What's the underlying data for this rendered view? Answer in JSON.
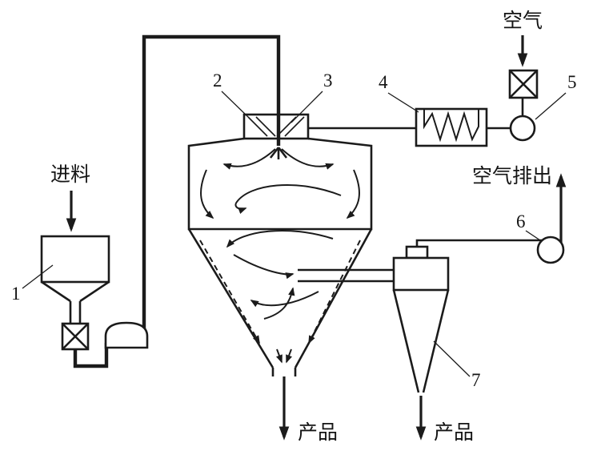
{
  "labels": {
    "feed": "进料",
    "air_in": "空气",
    "air_exhaust": "空气排出",
    "product_dryer": "产品",
    "product_cyclone": "产品"
  },
  "callouts": {
    "1": "1",
    "2": "2",
    "3": "3",
    "4": "4",
    "5": "5",
    "6": "6",
    "7": "7"
  },
  "colors": {
    "line": "#1b1b1b",
    "background": "#ffffff"
  }
}
